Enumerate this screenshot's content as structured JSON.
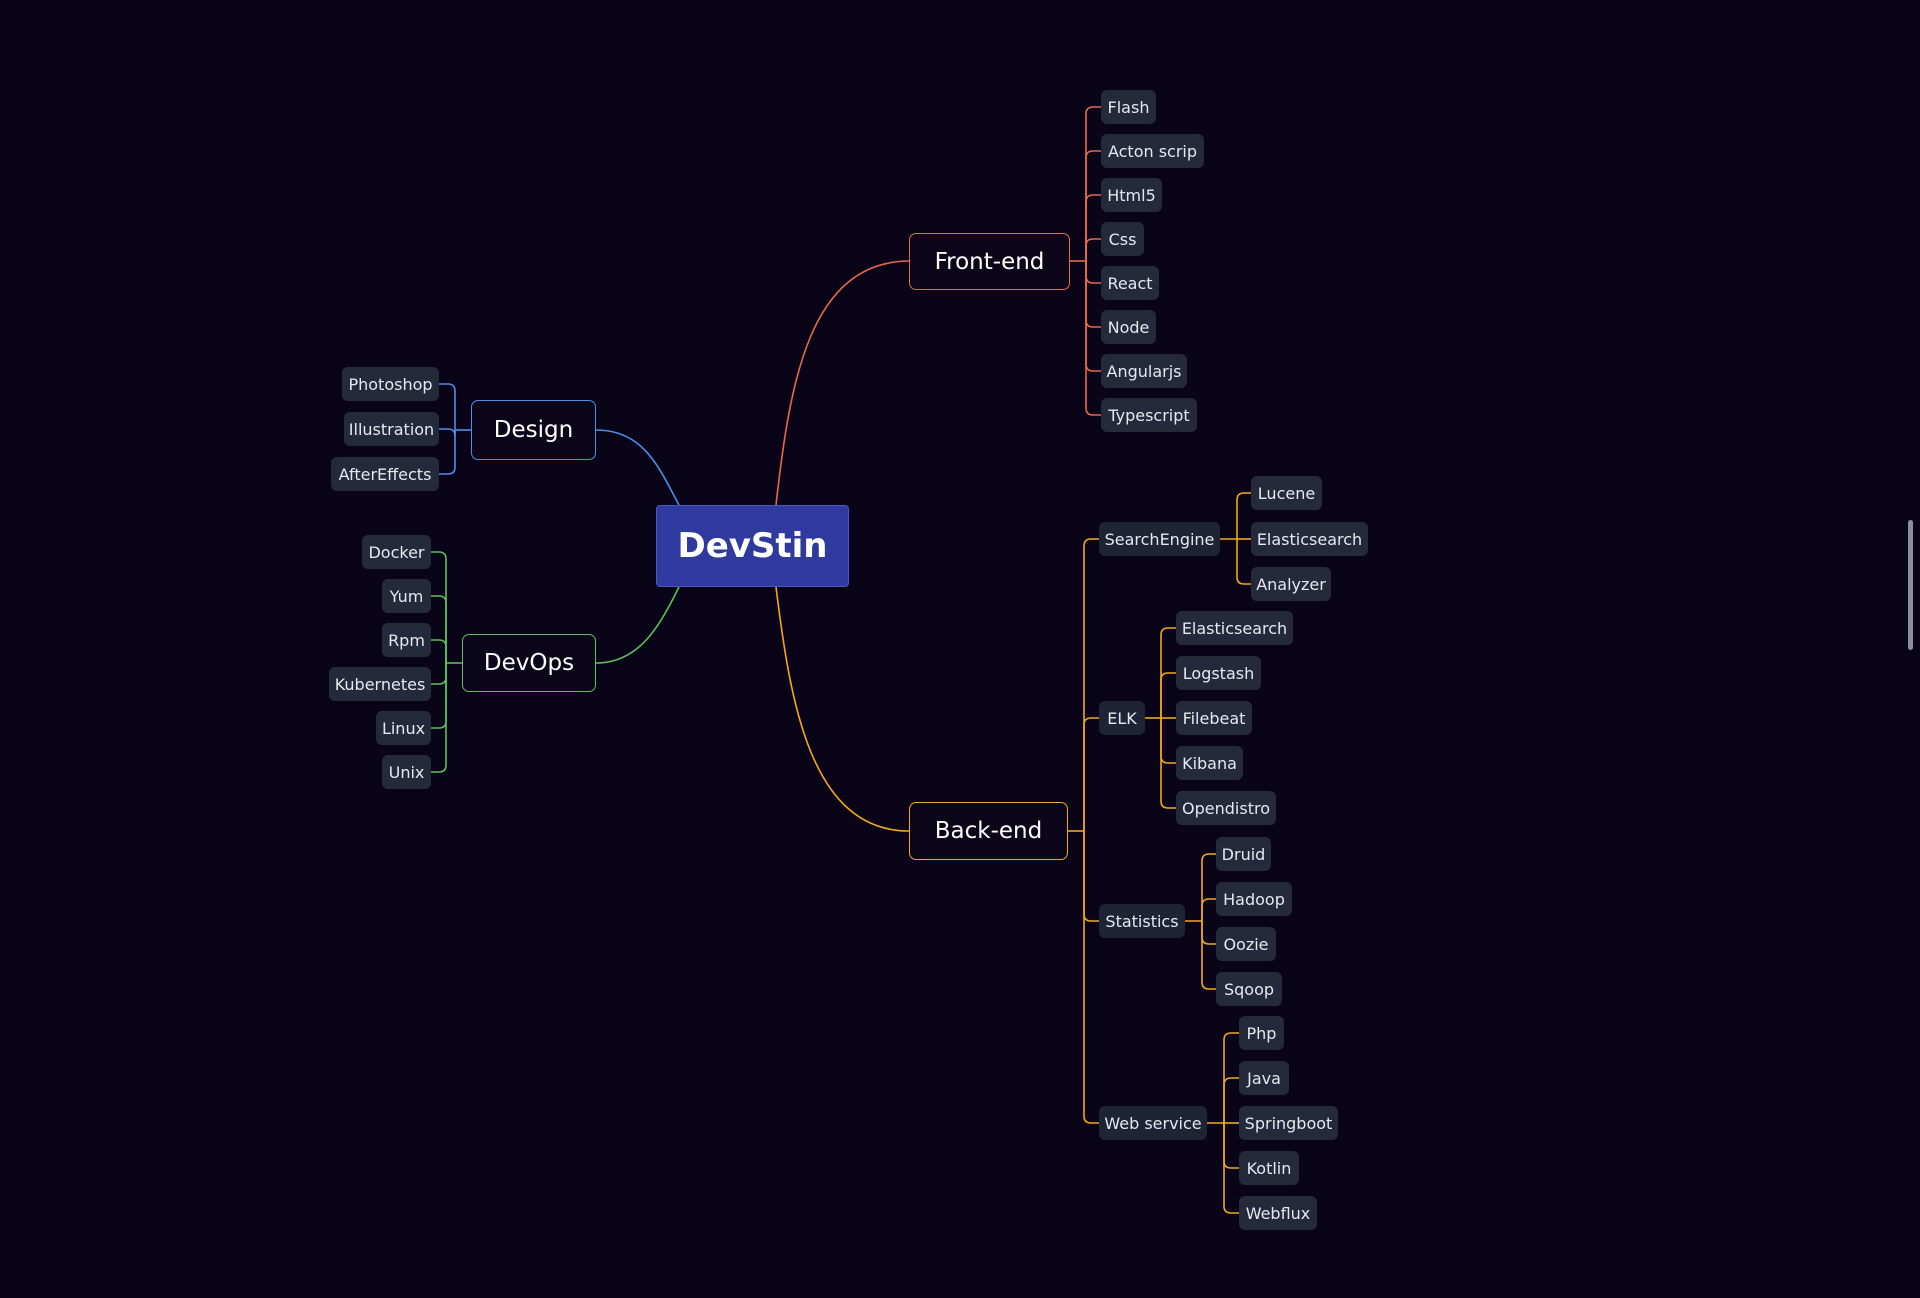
{
  "root": {
    "label": "DevStin"
  },
  "branches": {
    "frontend": {
      "label": "Front-end",
      "color": "#e8684a",
      "items": [
        "Flash",
        "Acton scrip",
        "Html5",
        "Css",
        "React",
        "Node",
        "Angularjs",
        "Typescript"
      ]
    },
    "design": {
      "label": "Design",
      "color": "#4d8fe8",
      "items": [
        "Photoshop",
        "Illustration",
        "AfterEffects"
      ]
    },
    "devops": {
      "label": "DevOps",
      "color": "#5cc15a",
      "items": [
        "Docker",
        "Yum",
        "Rpm",
        "Kubernetes",
        "Linux",
        "Unix"
      ]
    },
    "backend": {
      "label": "Back-end",
      "color": "#f2a81e",
      "groups": [
        {
          "label": "SearchEngine",
          "items": [
            "Lucene",
            "Elasticsearch",
            "Analyzer"
          ]
        },
        {
          "label": "ELK",
          "items": [
            "Elasticsearch",
            "Logstash",
            "Filebeat",
            "Kibana",
            "Opendistro"
          ]
        },
        {
          "label": "Statistics",
          "items": [
            "Druid",
            "Hadoop",
            "Oozie",
            "Sqoop"
          ]
        },
        {
          "label": "Web service",
          "items": [
            "Php",
            "Java",
            "Springboot",
            "Kotlin",
            "Webflux"
          ]
        }
      ]
    }
  }
}
